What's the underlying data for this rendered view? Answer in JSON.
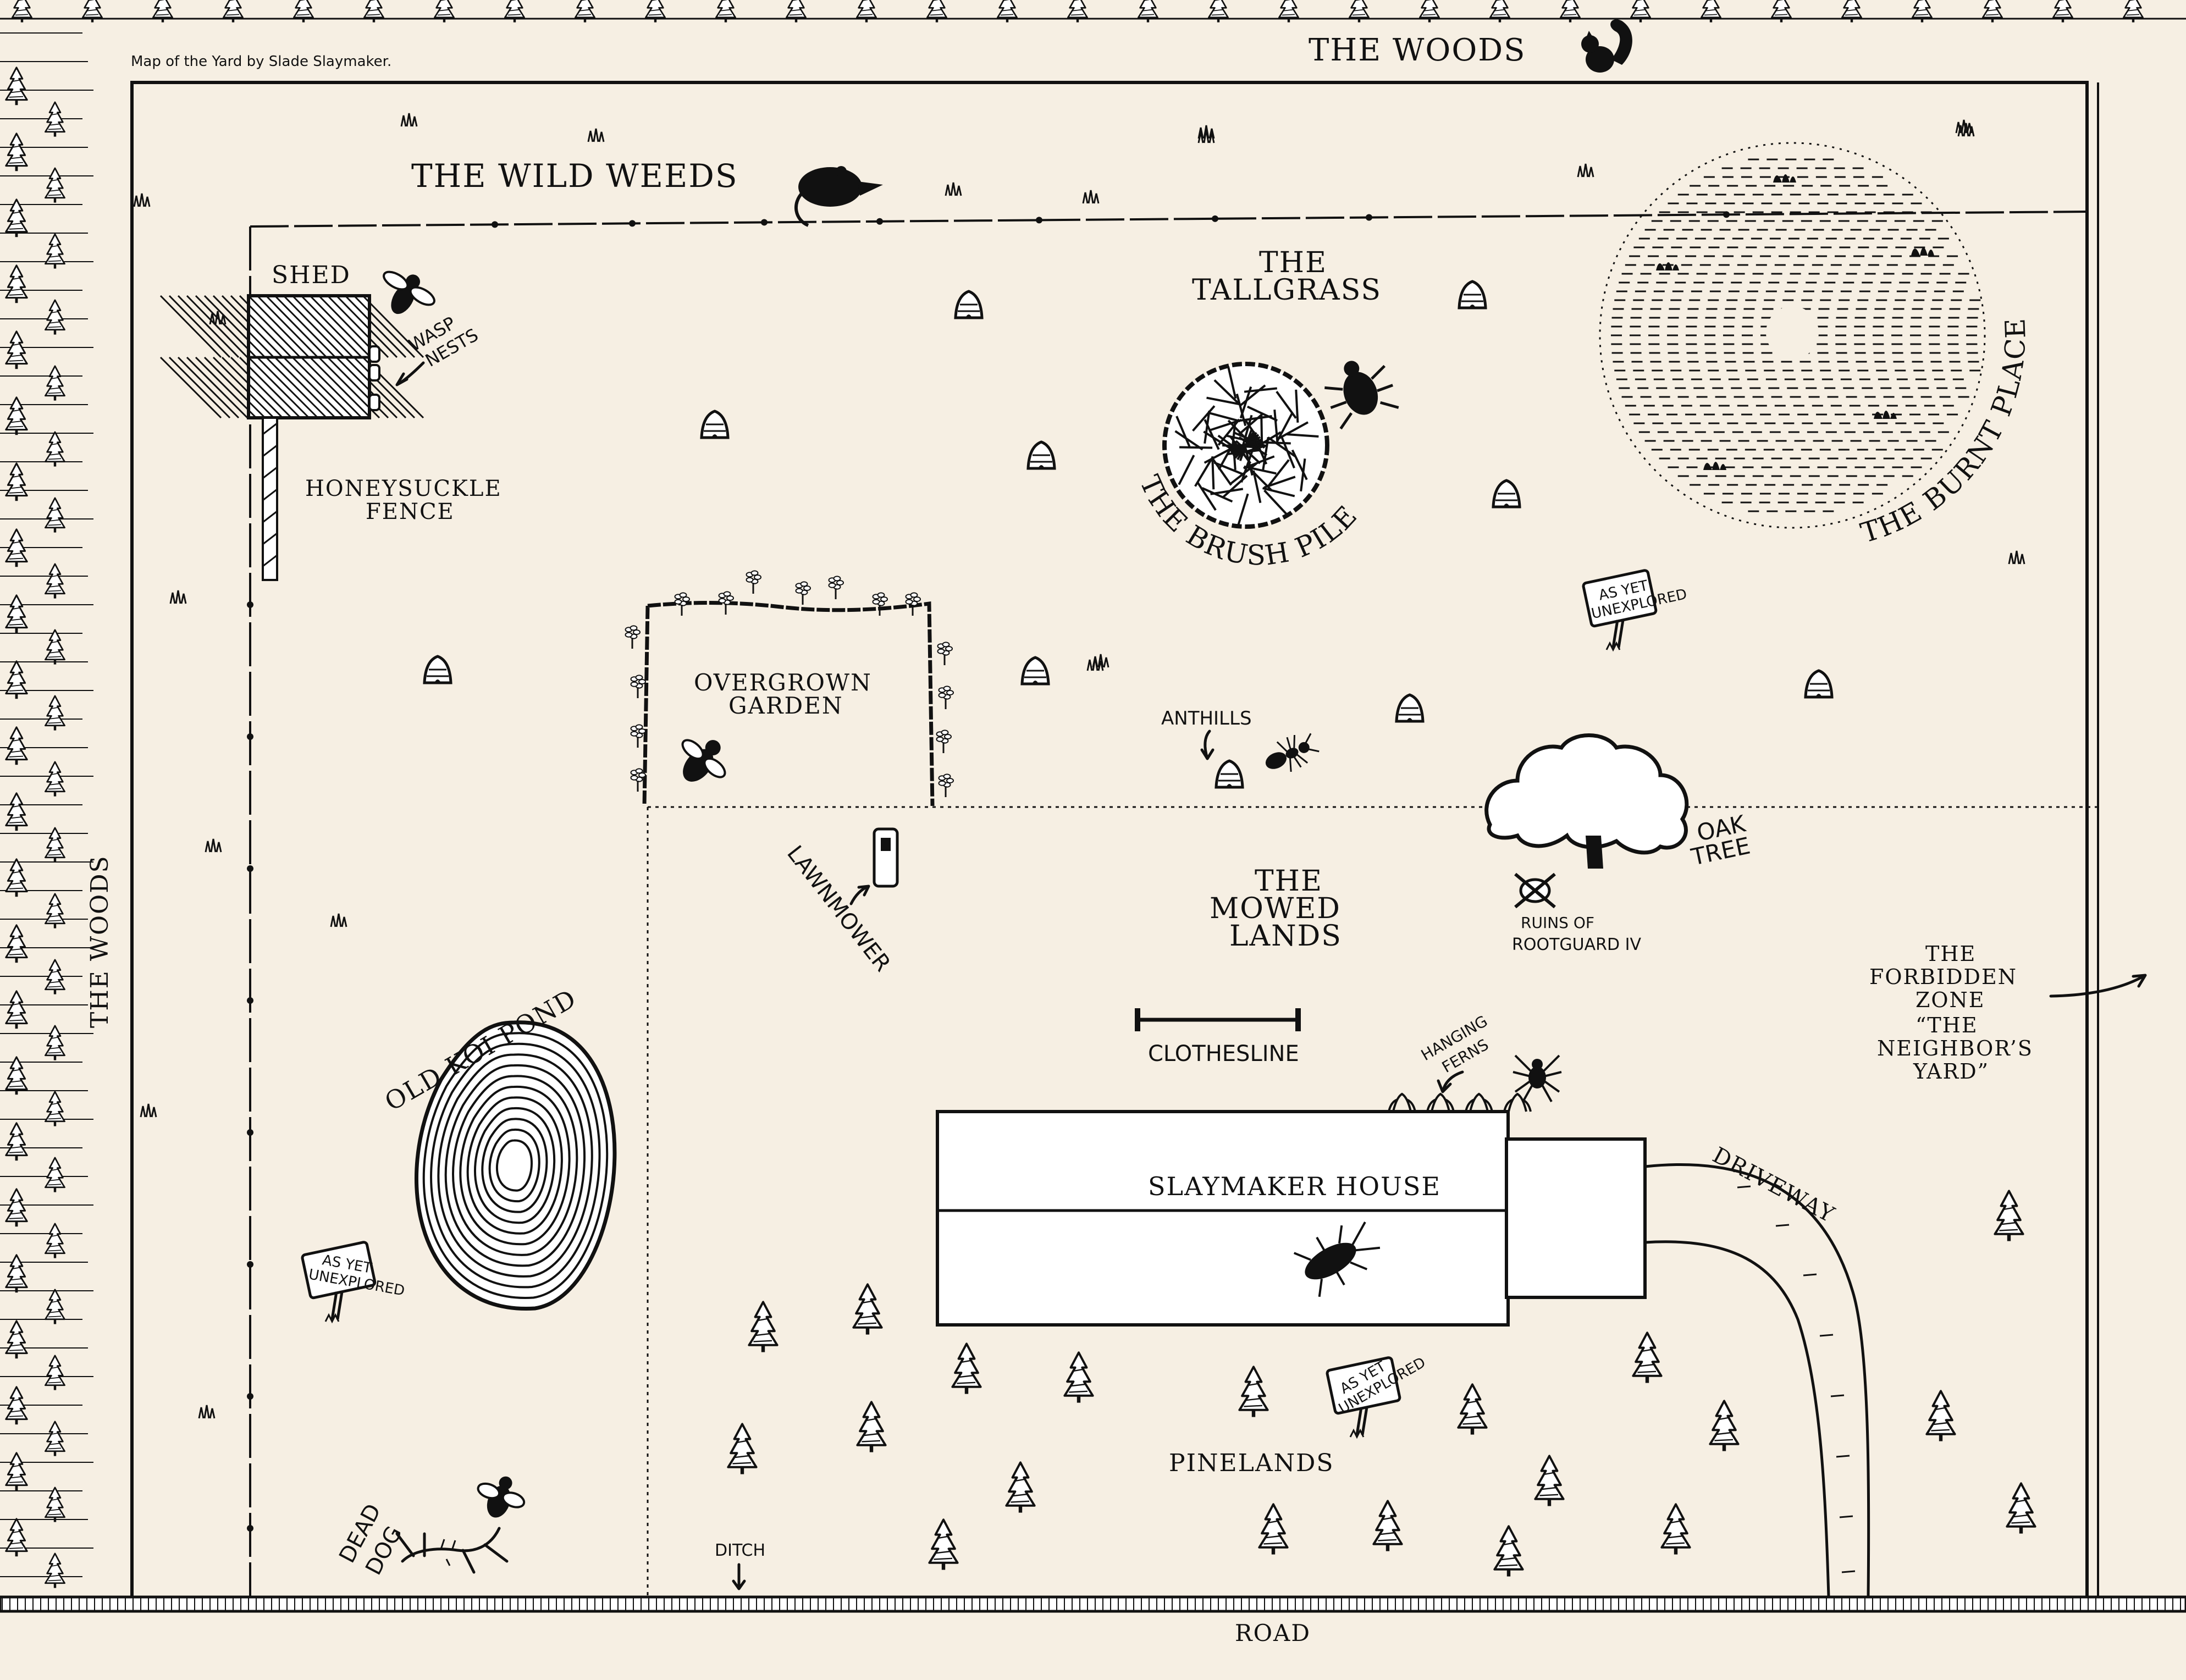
{
  "credit": "Map of the Yard by Slade Slaymaker.",
  "labels": {
    "woods_top": "THE WOODS",
    "woods_left": "THE WOODS",
    "wild_weeds": "THE WILD WEEDS",
    "shed": "SHED",
    "wasp_nests": [
      "WASP",
      "NESTS"
    ],
    "honeysuckle": [
      "HONEYSUCKLE",
      "FENCE"
    ],
    "tallgrass": [
      "THE",
      "TALLGRASS"
    ],
    "brush_pile": "THE BRUSH PILE",
    "burnt_place": "THE BURNT PLACE",
    "unexplored": [
      "AS YET",
      "UNEXPLORED"
    ],
    "garden": [
      "OVERGROWN",
      "GARDEN"
    ],
    "anthills": "ANTHILLS",
    "oak_tree": [
      "OAK",
      "TREE"
    ],
    "lawnmower": "LAWNMOWER",
    "mowed_lands": [
      "THE",
      "MOWED",
      "LANDS"
    ],
    "ruins": [
      "RUINS OF",
      "ROOTGUARD IV"
    ],
    "forbidden": [
      "THE",
      "FORBIDDEN",
      "ZONE",
      "“THE",
      "NEIGHBOR’S",
      "YARD”"
    ],
    "koi_pond": "OLD KOI POND",
    "clothesline": "CLOTHESLINE",
    "hanging_ferns": [
      "HANGING",
      "FERNS"
    ],
    "house": "SLAYMAKER HOUSE",
    "driveway": "DRIVEWAY",
    "pinelands": "PINELANDS",
    "dead_dog": [
      "DEAD",
      "DOG"
    ],
    "ditch": "DITCH",
    "road": "ROAD"
  },
  "colors": {
    "paper": "#f6efe3",
    "ink": "#111111"
  }
}
